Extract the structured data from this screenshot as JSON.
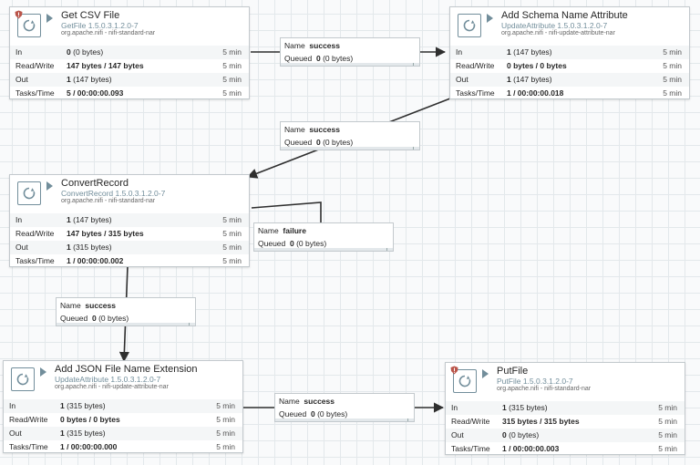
{
  "processors": {
    "getcsv": {
      "name": "Get CSV File",
      "type": "GetFile 1.5.0.3.1.2.0-7",
      "bundle": "org.apache.nifi - nifi-standard-nar",
      "in_count": "0",
      "in_size": "(0 bytes)",
      "rw": "147 bytes / 147 bytes",
      "out_count": "1",
      "out_size": "(147 bytes)",
      "tasks": "5 / 00:00:00.093"
    },
    "schema": {
      "name": "Add Schema Name Attribute",
      "type": "UpdateAttribute 1.5.0.3.1.2.0-7",
      "bundle": "org.apache.nifi - nifi-update-attribute-nar",
      "in_count": "1",
      "in_size": "(147 bytes)",
      "rw": "0 bytes / 0 bytes",
      "out_count": "1",
      "out_size": "(147 bytes)",
      "tasks": "1 / 00:00:00.018"
    },
    "convert": {
      "name": "ConvertRecord",
      "type": "ConvertRecord 1.5.0.3.1.2.0-7",
      "bundle": "org.apache.nifi - nifi-standard-nar",
      "in_count": "1",
      "in_size": "(147 bytes)",
      "rw": "147 bytes / 315 bytes",
      "out_count": "1",
      "out_size": "(315 bytes)",
      "tasks": "1 / 00:00:00.002"
    },
    "jsonext": {
      "name": "Add JSON File Name Extension",
      "type": "UpdateAttribute 1.5.0.3.1.2.0-7",
      "bundle": "org.apache.nifi - nifi-update-attribute-nar",
      "in_count": "1",
      "in_size": "(315 bytes)",
      "rw": "0 bytes / 0 bytes",
      "out_count": "1",
      "out_size": "(315 bytes)",
      "tasks": "1 / 00:00:00.000"
    },
    "putfile": {
      "name": "PutFile",
      "type": "PutFile 1.5.0.3.1.2.0-7",
      "bundle": "org.apache.nifi - nifi-standard-nar",
      "in_count": "1",
      "in_size": "(315 bytes)",
      "rw": "315 bytes / 315 bytes",
      "out_count": "0",
      "out_size": "(0 bytes)",
      "tasks": "1 / 00:00:00.003"
    }
  },
  "labels": {
    "in": "In",
    "rw": "Read/Write",
    "out": "Out",
    "tasks": "Tasks/Time",
    "window": "5 min",
    "name": "Name",
    "queued": "Queued"
  },
  "connections": {
    "c1": {
      "name": "success",
      "queued_count": "0",
      "queued_size": "(0 bytes)"
    },
    "c2": {
      "name": "success",
      "queued_count": "0",
      "queued_size": "(0 bytes)"
    },
    "c3": {
      "name": "failure",
      "queued_count": "0",
      "queued_size": "(0 bytes)"
    },
    "c4": {
      "name": "success",
      "queued_count": "0",
      "queued_size": "(0 bytes)"
    },
    "c5": {
      "name": "success",
      "queued_count": "0",
      "queued_size": "(0 bytes)"
    }
  },
  "colors": {
    "canvas": "#f9fafb",
    "grid": "#e3e8eb",
    "accent": "#728e9b",
    "border": "#c3c9cd",
    "line": "#2f2f2f"
  },
  "icons": {
    "processor": "processor-icon",
    "run": "run-status-icon",
    "warning": "invalid-warning-icon"
  }
}
